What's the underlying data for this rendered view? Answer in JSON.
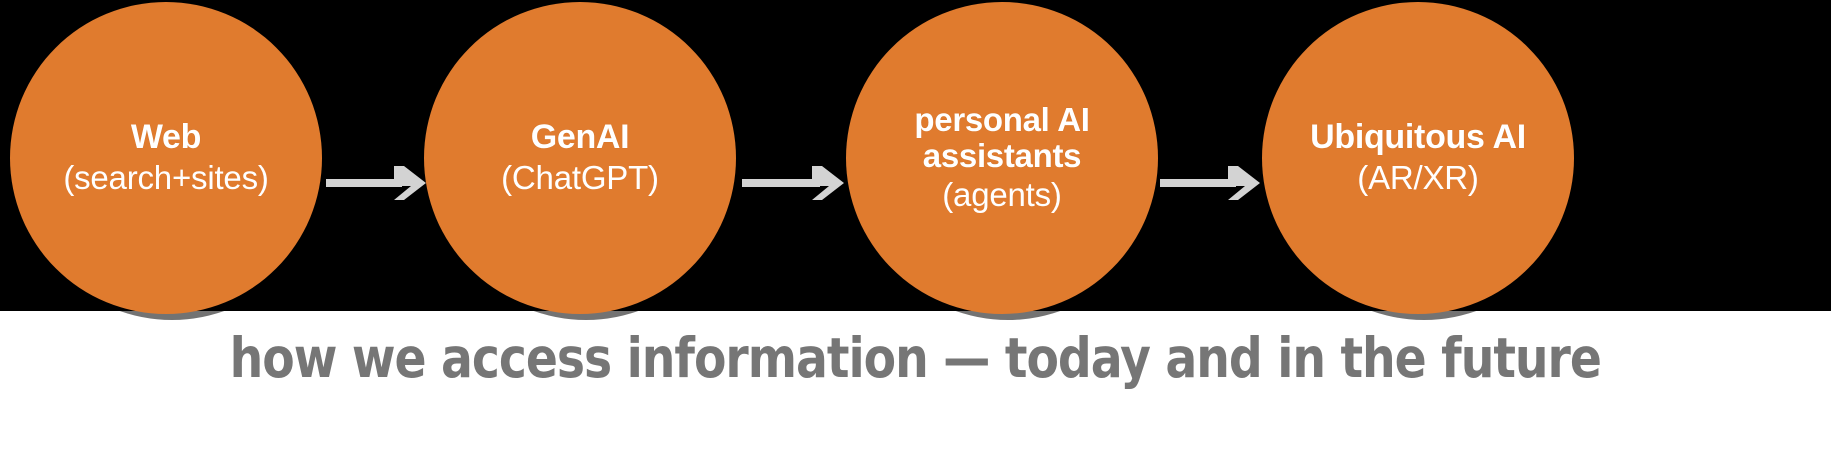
{
  "diagram": {
    "background_band_color": "#000000",
    "page_background_color": "#ffffff",
    "node_color": "#E07B2E",
    "node_text_color": "#FFFFFF",
    "arrow_color": "#D3D3D3",
    "caption_color": "#767676",
    "nodes": [
      {
        "title": "Web",
        "subtitle": "(search+sites)"
      },
      {
        "title": "GenAI",
        "subtitle": "(ChatGPT)"
      },
      {
        "title": "personal AI\nassistants",
        "subtitle": "(agents)"
      },
      {
        "title": "Ubiquitous AI",
        "subtitle": "(AR/XR)"
      }
    ],
    "arrows": [
      {
        "label": "arrow-web-to-genai"
      },
      {
        "label": "arrow-genai-to-assistants"
      },
      {
        "label": "arrow-assistants-to-ubiquitous"
      }
    ],
    "caption": "how we access information — today and in the future"
  }
}
